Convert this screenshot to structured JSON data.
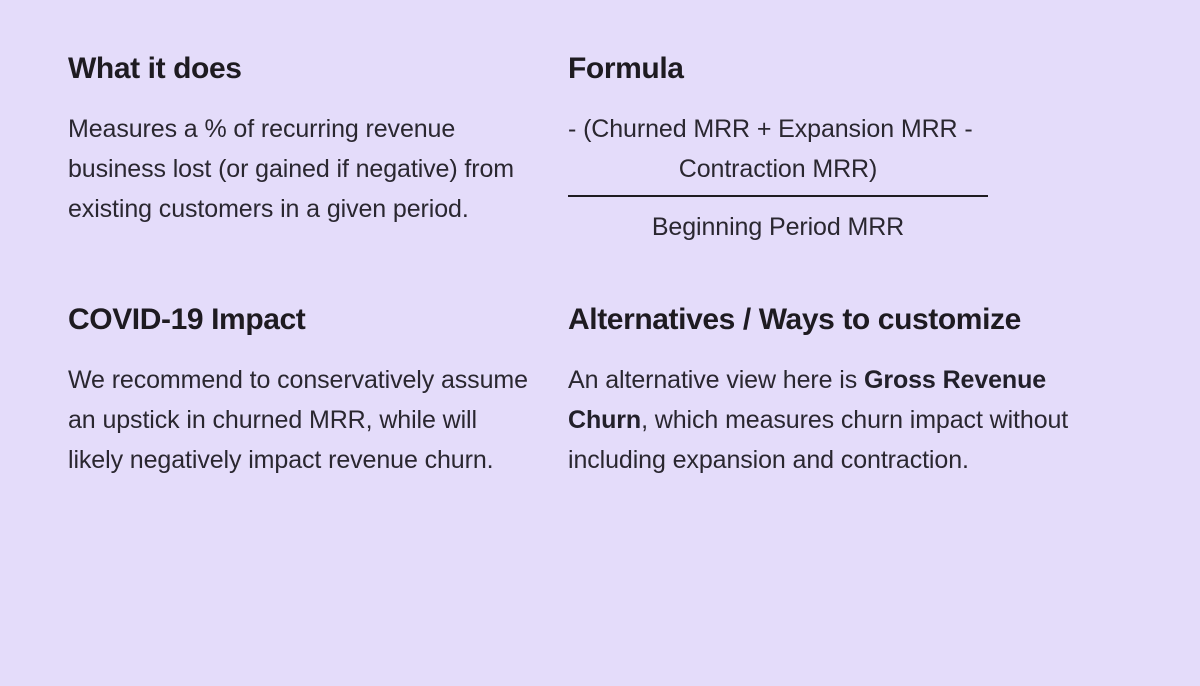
{
  "theme": {
    "background_color": "#E4DCFA",
    "heading_color": "#1E1B21",
    "body_color": "#2A2730",
    "rule_color": "#1E1B21"
  },
  "sections": {
    "what_it_does": {
      "heading": "What it does",
      "body": "Measures a % of recurring revenue business lost (or gained if negative) from existing customers in a given period."
    },
    "formula": {
      "heading": "Formula",
      "numerator_line_1": "- (Churned MRR + Expansion MRR -",
      "numerator_line_2": "Contraction MRR)",
      "denominator": "Beginning Period MRR"
    },
    "covid_impact": {
      "heading": "COVID-19 Impact",
      "body": "We recommend to conservatively assume an upstick in churned MRR, while will likely negatively impact revenue churn."
    },
    "alternatives": {
      "heading": "Alternatives / Ways to customize",
      "body_prefix": "An alternative view here is ",
      "body_emphasis": "Gross Revenue Churn",
      "body_suffix": ", which measures churn impact without including expansion and contraction."
    }
  }
}
